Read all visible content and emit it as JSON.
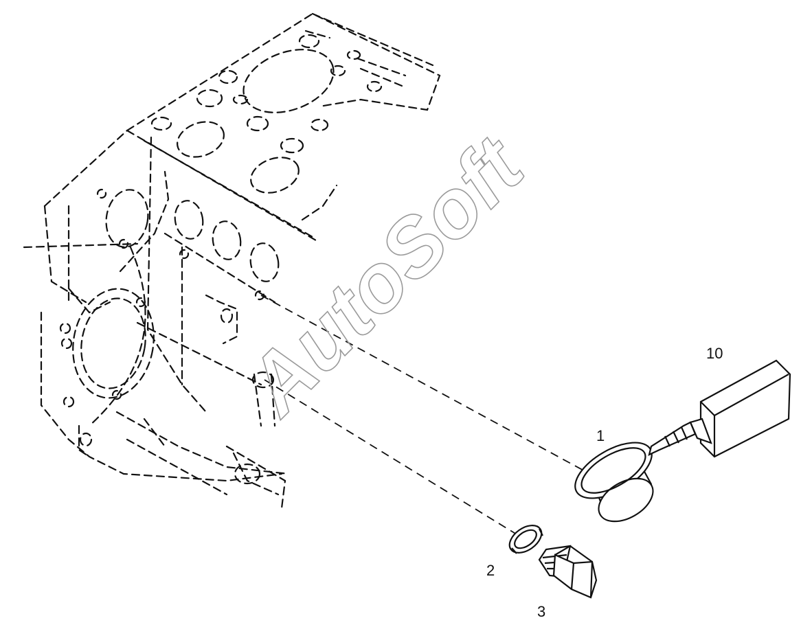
{
  "callouts": {
    "seal_ring": "1",
    "washer": "2",
    "plug": "3",
    "sealant": "10"
  },
  "watermark": "AutoSoft",
  "colors": {
    "ink": "#111111",
    "watermark": "#9a9a9a",
    "background": "#ffffff"
  }
}
